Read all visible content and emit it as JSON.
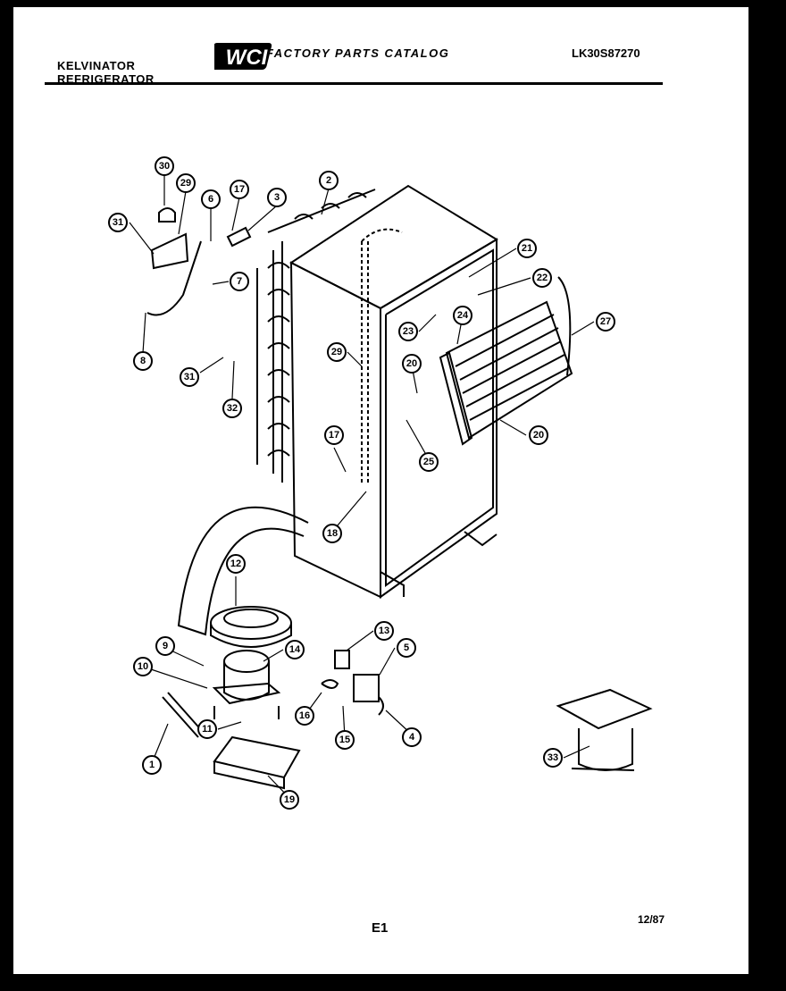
{
  "header": {
    "brand_line1": "KELVINATOR",
    "brand_line2": "REFRIGERATOR",
    "logo_text": "WCI",
    "catalog_title": "FACTORY PARTS CATALOG",
    "model_code": "LK30S87270"
  },
  "footer": {
    "page_label": "E1",
    "date": "12/87"
  },
  "callouts": [
    "30",
    "29",
    "6",
    "17",
    "3",
    "2",
    "31",
    "7",
    "8",
    "31",
    "32",
    "21",
    "22",
    "27",
    "23",
    "24",
    "20",
    "29",
    "20",
    "25",
    "17",
    "18",
    "12",
    "9",
    "14",
    "13",
    "5",
    "10",
    "11",
    "16",
    "15",
    "4",
    "1",
    "19",
    "33"
  ]
}
